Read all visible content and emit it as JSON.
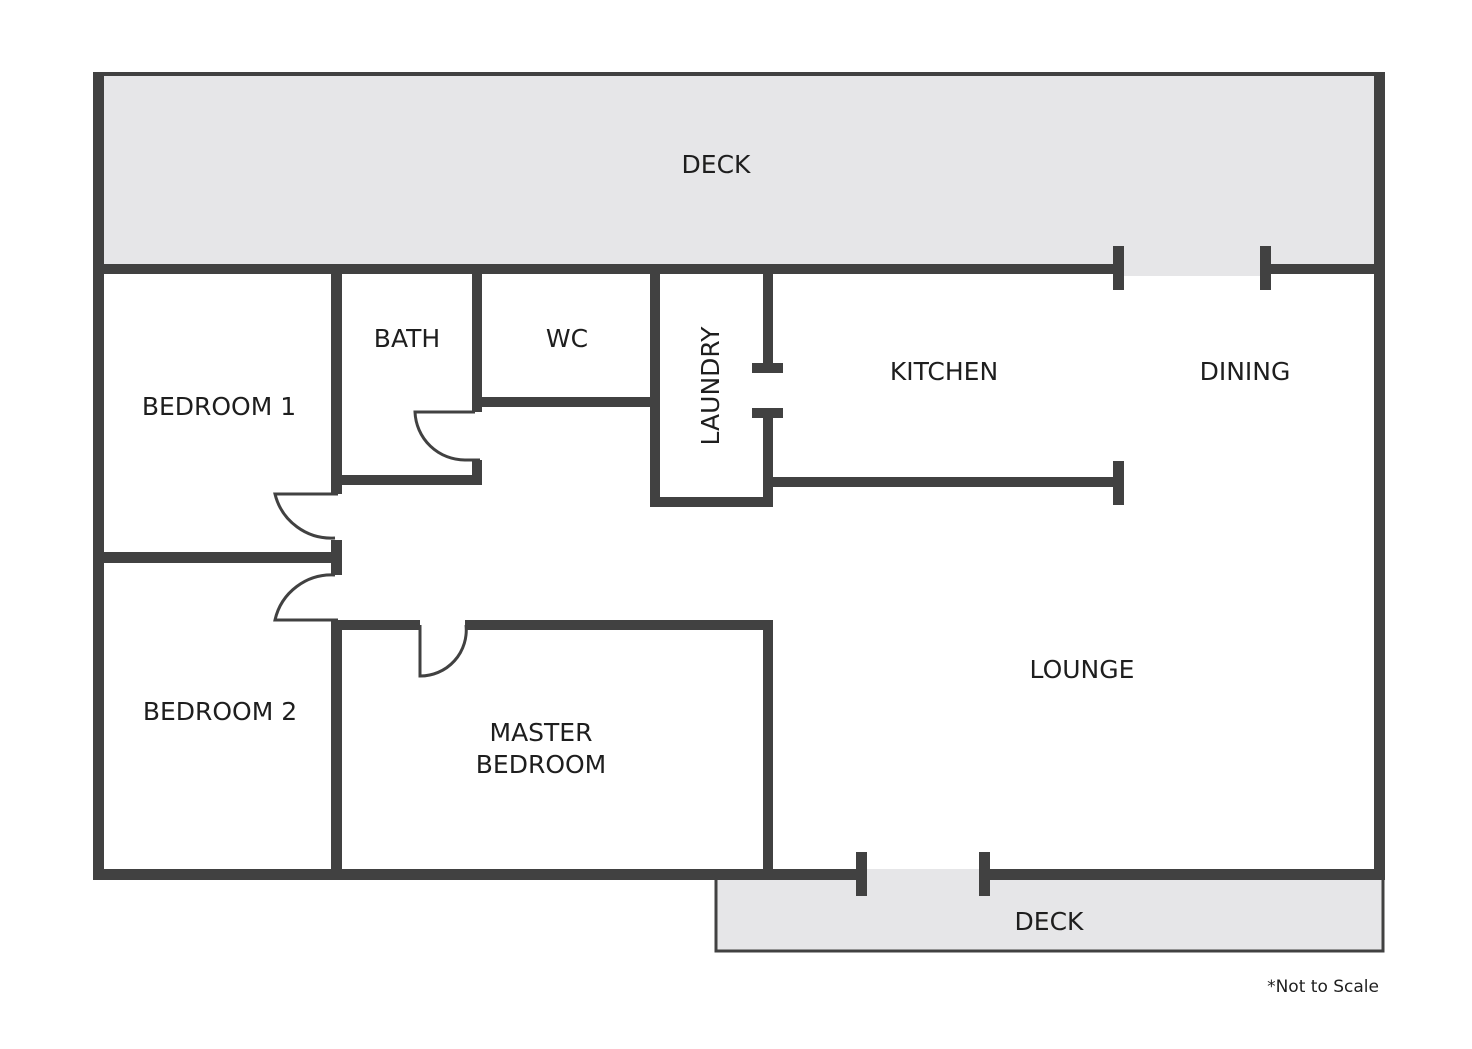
{
  "floorplan": {
    "rooms": {
      "deck_top": "DECK",
      "bedroom_1": "BEDROOM 1",
      "bath": "BATH",
      "wc": "WC",
      "laundry": "LAUNDRY",
      "kitchen": "KITCHEN",
      "dining": "DINING",
      "bedroom_2": "BEDROOM 2",
      "master_bedroom_line1": "MASTER",
      "master_bedroom_line2": "BEDROOM",
      "lounge": "LOUNGE",
      "deck_bottom": "DECK"
    },
    "note": "*Not to Scale",
    "colors": {
      "wall": "#414141",
      "deck": "#e6e6e8",
      "text": "#1e1e1e",
      "background": "#ffffff"
    }
  }
}
